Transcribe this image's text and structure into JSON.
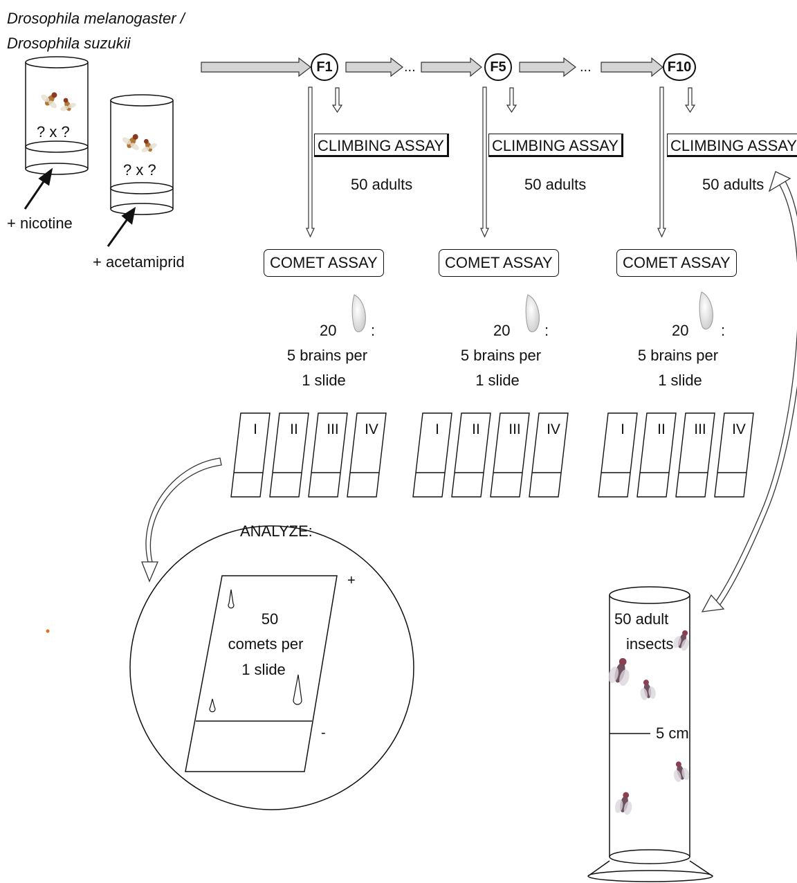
{
  "title_line1": "Drosophila melanogaster /",
  "title_line2": "Drosophila suzukii",
  "vials": {
    "cross_label_1": "? x ?",
    "cross_label_2": "? x ?",
    "nicotine_label": "+ nicotine",
    "acetamiprid_label": "+ acetamiprid"
  },
  "ellipsis": "...",
  "generations": [
    {
      "label": "F1",
      "climbing_label": "CLIMBING ASSAY",
      "climbing_count": "50 adults",
      "comet_label": "COMET ASSAY",
      "larva_count": "20",
      "larva_colon": ":",
      "brains_line1": "5 brains per",
      "brains_line2": "1 slide",
      "slides": [
        "I",
        "II",
        "III",
        "IV"
      ]
    },
    {
      "label": "F5",
      "climbing_label": "CLIMBING ASSAY",
      "climbing_count": "50 adults",
      "comet_label": "COMET ASSAY",
      "larva_count": "20",
      "larva_colon": ":",
      "brains_line1": "5 brains per",
      "brains_line2": "1 slide",
      "slides": [
        "I",
        "II",
        "III",
        "IV"
      ]
    },
    {
      "label": "F10",
      "climbing_label": "CLIMBING ASSAY",
      "climbing_count": "50 adults",
      "comet_label": "COMET ASSAY",
      "larva_count": "20",
      "larva_colon": ":",
      "brains_line1": "5 brains per",
      "brains_line2": "1 slide",
      "slides": [
        "I",
        "II",
        "III",
        "IV"
      ]
    }
  ],
  "analyze": {
    "heading": "ANALYZE:",
    "line1": "50",
    "line2": "comets per",
    "line3": "1 slide",
    "plus": "+",
    "minus": "-"
  },
  "climbing_tube": {
    "line1": "50 adult",
    "line2": "insects",
    "height_mark": "5 cm"
  },
  "colors": {
    "arrow_fill": "#d4d4d4",
    "stroke": "#111111",
    "fly_body": "#b07838",
    "fly_body_dark": "#6e5260",
    "accent_dot": "#e07020"
  }
}
